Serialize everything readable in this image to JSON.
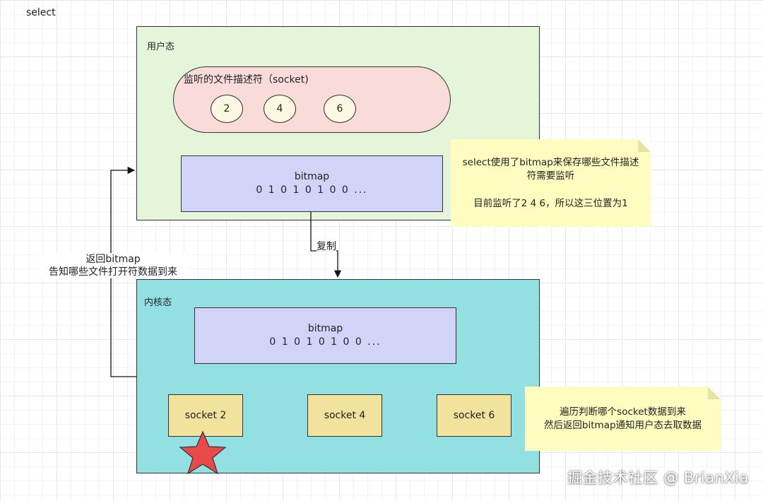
{
  "title": "select",
  "user_zone": {
    "label": "用户态",
    "fd_group": {
      "label": "监听的文件描述符（socket)",
      "fds": [
        "2",
        "4",
        "6"
      ]
    },
    "bitmap": {
      "label": "bitmap",
      "bits": "0 1 0 1 0 1 0 0 ..."
    }
  },
  "kernel_zone": {
    "label": "内核态",
    "bitmap": {
      "label": "bitmap",
      "bits": "0 1 0 1 0 1 0 0 ..."
    },
    "sockets": [
      "socket 2",
      "socket 4",
      "socket 6"
    ]
  },
  "edges": {
    "copy_label": "复制",
    "return_label_line1": "返回bitmap",
    "return_label_line2": "告知哪些文件打开符数据到来"
  },
  "notes": {
    "user_note_line1": "select使用了bitmap来保存哪些文件描述",
    "user_note_line2": "符需要监听",
    "user_note_line3": "目前监听了2 4 6，所以这三位置为1",
    "kernel_note_line1": "遍历判断哪个socket数据到来",
    "kernel_note_line2": "然后返回bitmap通知用户态去取数据"
  },
  "watermark": "掘金技术社区 @ BrianXia",
  "colors": {
    "user_zone": "#e5f5d9",
    "kernel_zone": "#93e0e3",
    "fd_group": "#f9dbda",
    "bitmap": "#d2d4f7",
    "socket": "#f1e29e",
    "note": "#fffcbf",
    "star": "#e84a4a"
  }
}
